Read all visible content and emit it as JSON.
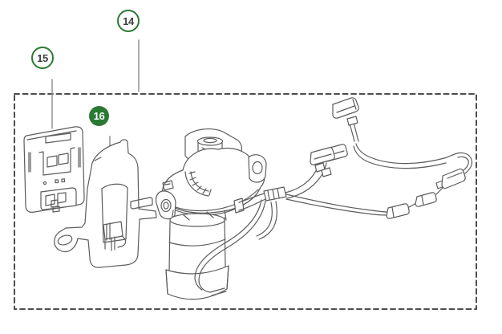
{
  "diagram": {
    "callouts": [
      {
        "label": "14",
        "variant": "outlined",
        "selected": false
      },
      {
        "label": "15",
        "variant": "outlined",
        "selected": false
      },
      {
        "label": "16",
        "variant": "filled",
        "selected": true
      }
    ],
    "colors": {
      "accent_green": "#2b7a34",
      "badge_text_dark": "#3a3f42",
      "badge_text_light": "#ffffff",
      "line_art": "#5c5c5c",
      "boundary_dash": "#4d4d4d",
      "background": "#ffffff"
    }
  }
}
